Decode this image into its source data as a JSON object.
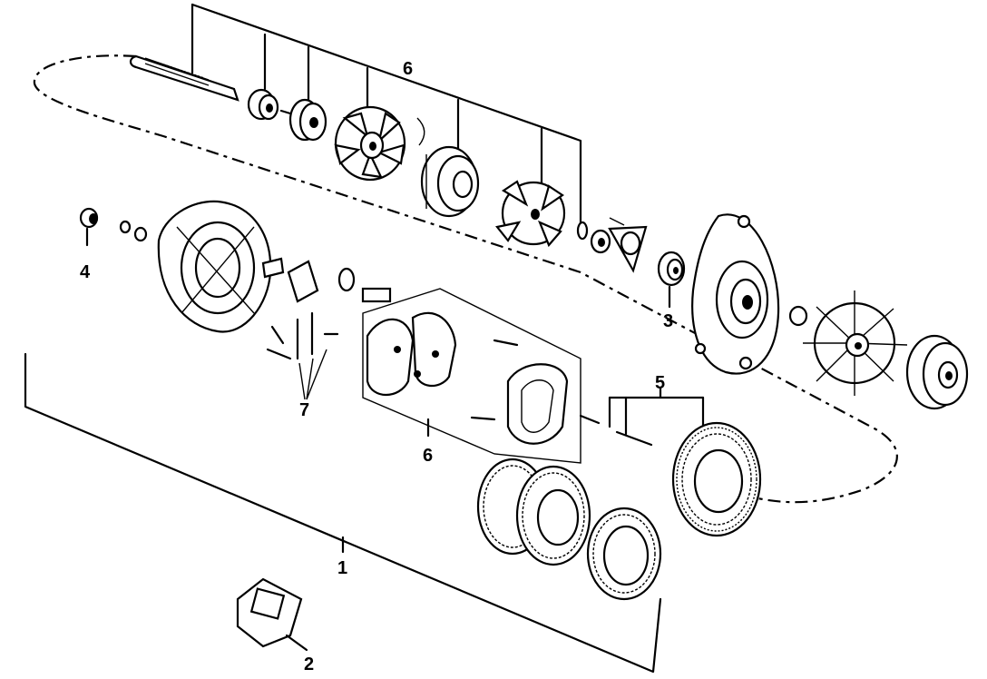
{
  "diagram": {
    "callouts": [
      {
        "id": "1",
        "label": "1"
      },
      {
        "id": "2",
        "label": "2"
      },
      {
        "id": "3",
        "label": "3"
      },
      {
        "id": "4",
        "label": "4"
      },
      {
        "id": "5",
        "label": "5"
      },
      {
        "id": "6a",
        "label": "6"
      },
      {
        "id": "6b",
        "label": "6"
      },
      {
        "id": "7",
        "label": "7"
      }
    ]
  },
  "colors": {
    "ink": "#000000",
    "paper": "#ffffff"
  }
}
